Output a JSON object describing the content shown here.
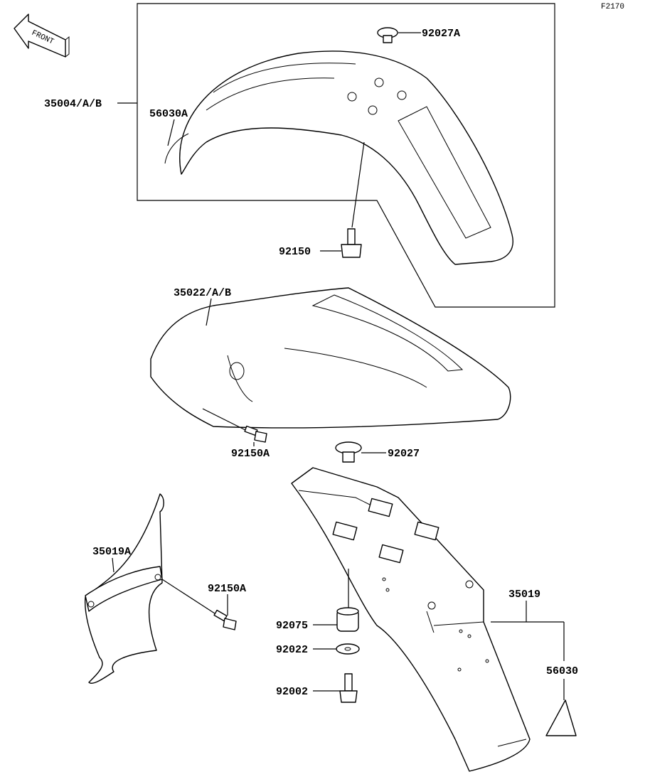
{
  "diagram_code": "F2170",
  "front_arrow_label": "FRONT",
  "labels": {
    "p92027A": "92027A",
    "p35004AB": "35004/A/B",
    "p56030A": "56030A",
    "p92150": "92150",
    "p35022AB": "35022/A/B",
    "p92150A_top": "92150A",
    "p92027": "92027",
    "p35019A": "35019A",
    "p92150A_bottom": "92150A",
    "p35019": "35019",
    "p92075": "92075",
    "p92022": "92022",
    "p92002": "92002",
    "p56030": "56030"
  }
}
